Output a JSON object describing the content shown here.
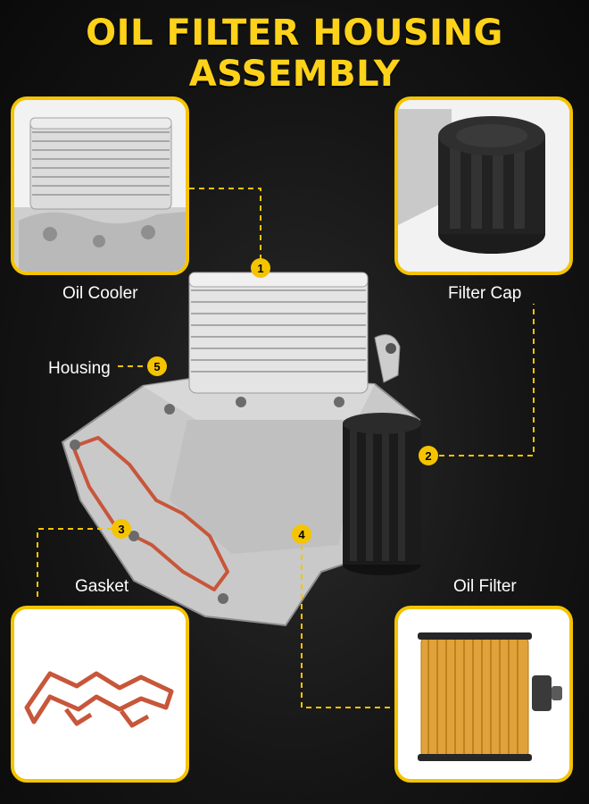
{
  "title": "OIL FILTER HOUSING ASSEMBLY",
  "labels": {
    "oil_cooler": "Oil Cooler",
    "filter_cap": "Filter Cap",
    "housing": "Housing",
    "gasket": "Gasket",
    "oil_filter": "Oil Filter"
  },
  "callouts": [
    "1",
    "2",
    "3",
    "4",
    "5"
  ],
  "colors": {
    "accent": "#f5c400",
    "background": "#151515",
    "gasket": "#c8563a",
    "filter_media": "#e0a23a"
  },
  "icons": [
    "oil-cooler-image",
    "filter-cap-image",
    "gasket-image",
    "oil-filter-image",
    "housing-assembly-image"
  ]
}
